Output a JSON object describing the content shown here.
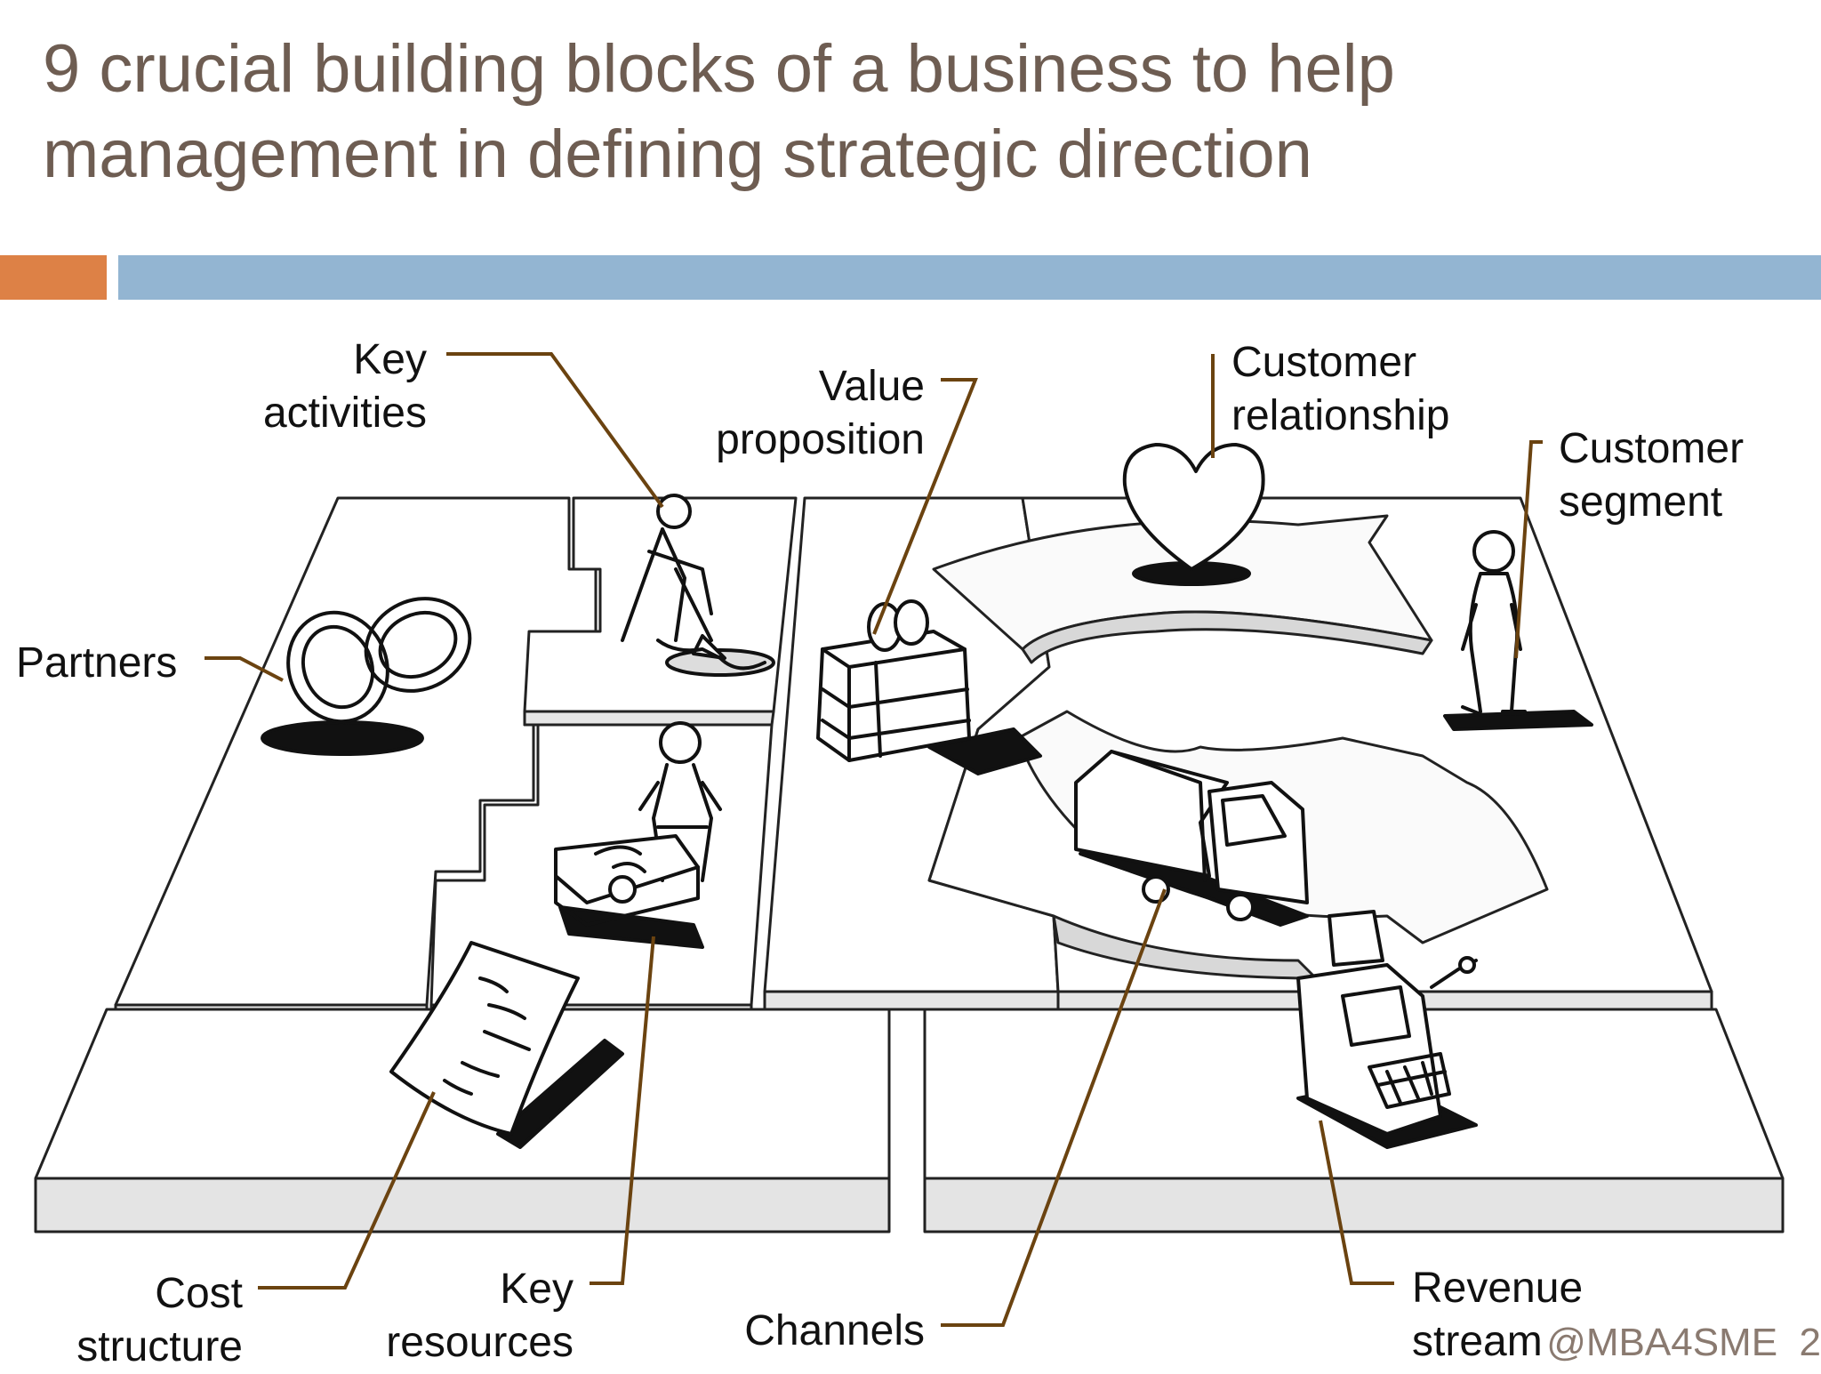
{
  "slide": {
    "title_line1": "9 crucial building blocks of a business to help",
    "title_line2": "management in defining strategic direction"
  },
  "labels": {
    "key_activities": [
      "Key",
      "activities"
    ],
    "value_proposition": [
      "Value",
      "proposition"
    ],
    "customer_relationship": [
      "Customer",
      "relationship"
    ],
    "customer_segment": [
      "Customer",
      "segment"
    ],
    "partners": [
      "Partners"
    ],
    "cost_structure": [
      "Cost",
      "structure"
    ],
    "key_resources": [
      "Key",
      "resources"
    ],
    "channels": [
      "Channels"
    ],
    "revenue_stream": [
      "Revenue",
      "stream"
    ]
  },
  "footer": {
    "credit": "@MBA4SME",
    "page_number": "2"
  },
  "colors": {
    "title": "#6e5d52",
    "accent_bar": "#dd8146",
    "main_bar": "#93b5d2",
    "leader_line": "#6b4310"
  },
  "icons": [
    "rings-icon",
    "digging-person-icon",
    "gift-box-icon",
    "heart-icon",
    "standing-person-icon",
    "worker-with-crate-icon",
    "delivery-truck-icon",
    "document-icon",
    "cash-register-icon"
  ]
}
